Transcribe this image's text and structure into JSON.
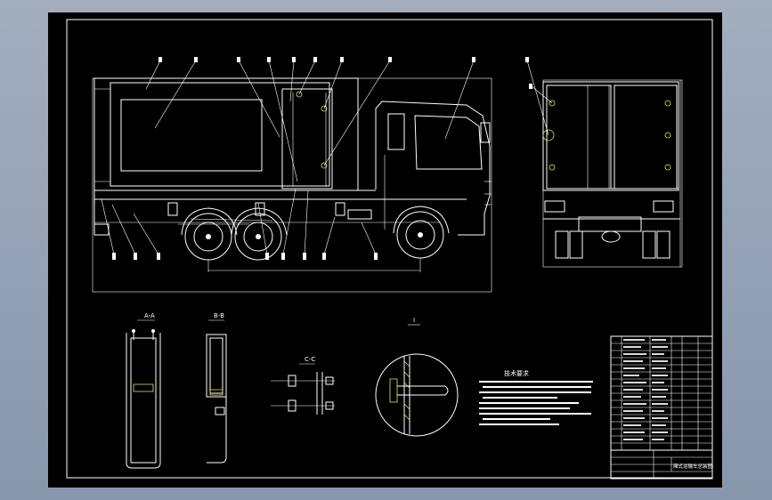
{
  "drawing": {
    "background": "#000000",
    "line_color": "#ffffff",
    "accent_color": "#e8e85a",
    "viewport_color": "#8d9aad"
  },
  "section_labels": {
    "aa": "A-A",
    "bb": "B-B",
    "cc": "C-C",
    "detail": "I"
  },
  "tech_req": {
    "heading": "技术要求"
  },
  "title_block": {
    "drawing_title": "厢式运输车总装图"
  }
}
